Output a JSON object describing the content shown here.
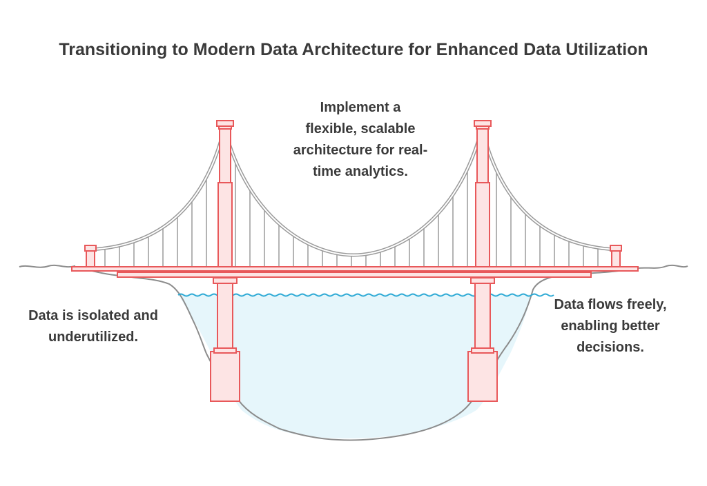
{
  "title": "Transitioning to Modern Data Architecture for Enhanced Data Utilization",
  "labels": {
    "top": [
      "Implement a",
      "flexible, scalable",
      "architecture for real-",
      "time analytics."
    ],
    "left": [
      "Data is isolated and",
      "underutilized."
    ],
    "right": [
      "Data flows freely,",
      "enabling better",
      "decisions."
    ]
  },
  "colors": {
    "tower_stroke": "#e8585a",
    "tower_fill": "#fde4e4",
    "cable": "#9a9a9a",
    "water_fill": "#e6f6fb",
    "wave": "#2aa8d4",
    "ground": "#8c8c8c",
    "text": "#3a3a3a"
  }
}
